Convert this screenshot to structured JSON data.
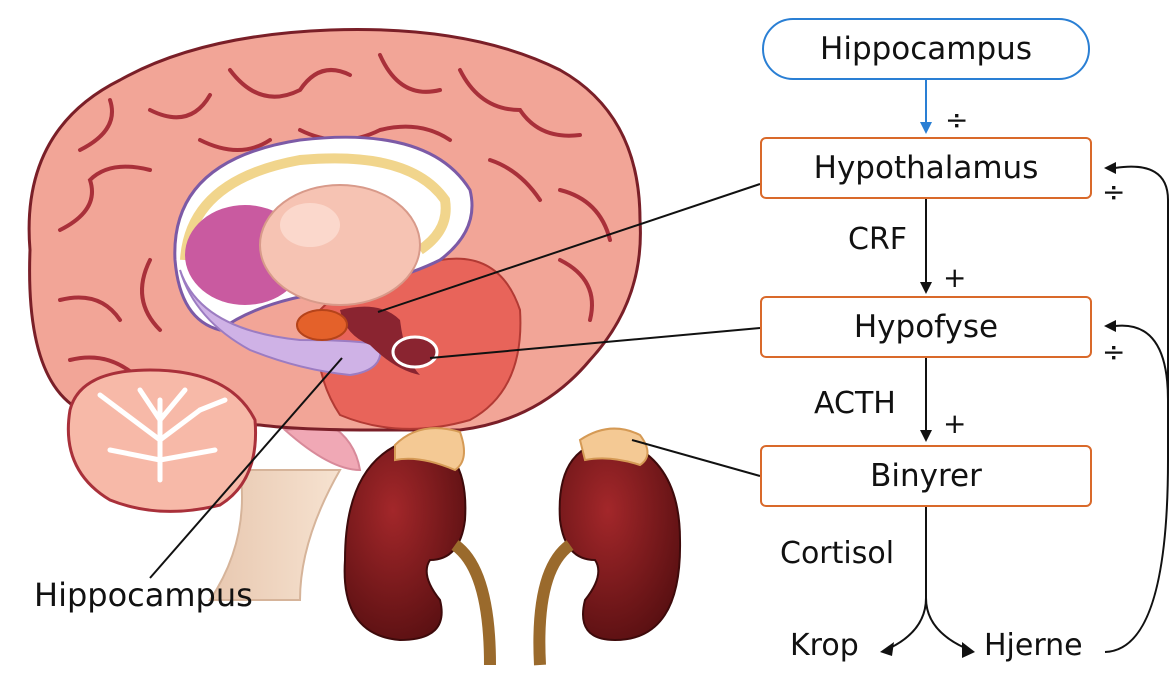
{
  "flow": {
    "top_box": "Hippocampus",
    "box_1": "Hypothalamus",
    "box_2": "Hypofyse",
    "box_3": "Binyrer",
    "hormone_1": "CRF",
    "hormone_2": "ACTH",
    "hormone_3": "Cortisol",
    "target_left": "Krop",
    "target_right": "Hjerne",
    "sign_inhibit": "÷",
    "sign_stimulate": "+"
  },
  "anatomy": {
    "hippocampus_label": "Hippocampus"
  },
  "colors": {
    "hippocampus_border": "#2a7fd4",
    "flow_border": "#d9692a",
    "brain_pink": "#f2a597",
    "brain_fold": "#a9303a",
    "brainstem_red": "#e8645a",
    "kidney": "#7b1a1c",
    "adrenal": "#f4c994"
  }
}
